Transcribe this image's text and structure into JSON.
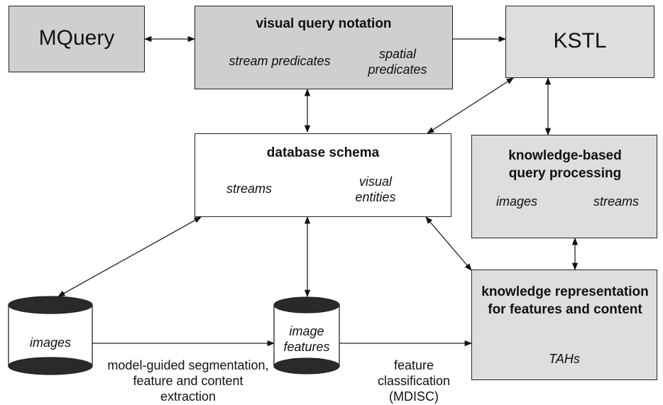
{
  "nodes": {
    "mquery": {
      "title": "MQuery"
    },
    "visual_query": {
      "title": "visual query notation",
      "item1": "stream predicates",
      "item2": "spatial predicates"
    },
    "kstl": {
      "title": "KSTL"
    },
    "db_schema": {
      "title": "database schema",
      "item1": "streams",
      "item2": "visual entities"
    },
    "kb_query": {
      "title": "knowledge-based query processing",
      "item1": "images",
      "item2": "streams"
    },
    "knowledge_rep": {
      "title": "knowledge representation for features and content",
      "item1": "TAHs"
    },
    "images_db": {
      "label": "images"
    },
    "image_features_db": {
      "label": "image features"
    }
  },
  "edge_labels": {
    "extraction": "model-guided segmentation, feature and content extraction",
    "classification": "feature classification (MDISC)"
  },
  "colors": {
    "box_gray": "#cfcfcf",
    "box_light": "#dedede",
    "cylinder_cap": "#2a2a2a",
    "line": "#222222"
  }
}
